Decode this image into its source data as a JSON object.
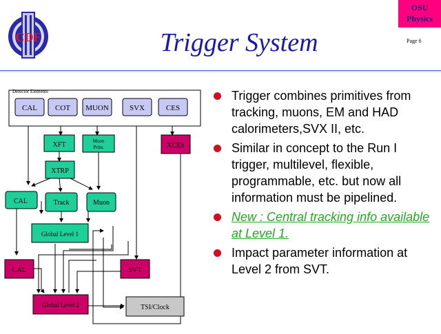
{
  "header": {
    "logo_text": "CDF",
    "logo_letter": "II",
    "title": "Trigger System",
    "badge_line1": "OSU",
    "badge_line2": "Physics",
    "page_label": "Page 6"
  },
  "diagram": {
    "group_label": "Detector Elements",
    "detectors": [
      "CAL",
      "COT",
      "MUON",
      "SVX",
      "CES"
    ],
    "xft": "XFT",
    "muon_prim_1": "Muon",
    "muon_prim_2": "Prim.",
    "xces": "XCES",
    "xtrp": "XTRP",
    "l1_cal": "CAL",
    "l1_track": "Track",
    "l1_muon": "Muon",
    "global_l1": "Global Level 1",
    "l2_cal": "CAL",
    "svt": "SVT",
    "global_l2": "Global Level 2",
    "tsi": "TSI/Clock"
  },
  "colors": {
    "detector_fill": "#c8c8f5",
    "level1_fill": "#1ecf9a",
    "level2_fill": "#cc0066",
    "tsi_fill": "#c8c8c8",
    "bullet_dot": "#d01020",
    "title_color": "#1a1aa8",
    "green_text": "#22aa22"
  },
  "bullets": [
    {
      "text": "Trigger combines primitives from tracking, muons, EM and HAD calorimeters,SVX II, etc."
    },
    {
      "text": "Similar in concept to the Run I trigger, multilevel, flexible, programmable, etc.  but now all information must be pipelined."
    },
    {
      "text": "New : Central tracking info available at Level 1."
    },
    {
      "text": "Impact parameter information at Level 2 from SVT."
    }
  ]
}
